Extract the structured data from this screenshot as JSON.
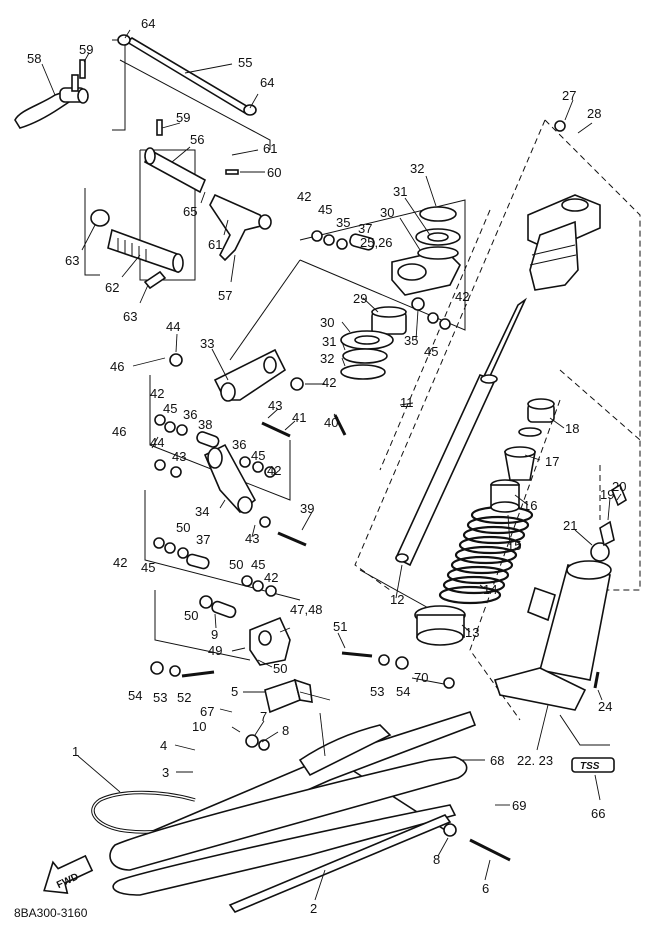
{
  "diagram": {
    "code": "8BA300-3160",
    "fwd_label": "FWD",
    "tss_label": "TSS",
    "callouts": [
      "1",
      "2",
      "3",
      "4",
      "5",
      "6",
      "7",
      "8",
      "9",
      "10",
      "11",
      "12",
      "13",
      "14",
      "15",
      "16",
      "17",
      "18",
      "19",
      "20",
      "21",
      "22. 23",
      "24",
      "25,26",
      "27",
      "28",
      "29",
      "30",
      "31",
      "32",
      "33",
      "34",
      "35",
      "36",
      "37",
      "38",
      "39",
      "40",
      "41",
      "42",
      "43",
      "44",
      "45",
      "46",
      "47,48",
      "49",
      "50",
      "51",
      "52",
      "53",
      "54",
      "55",
      "56",
      "57",
      "58",
      "59",
      "60",
      "61",
      "62",
      "63",
      "64",
      "65",
      "66",
      "67",
      "68",
      "69",
      "70"
    ]
  }
}
